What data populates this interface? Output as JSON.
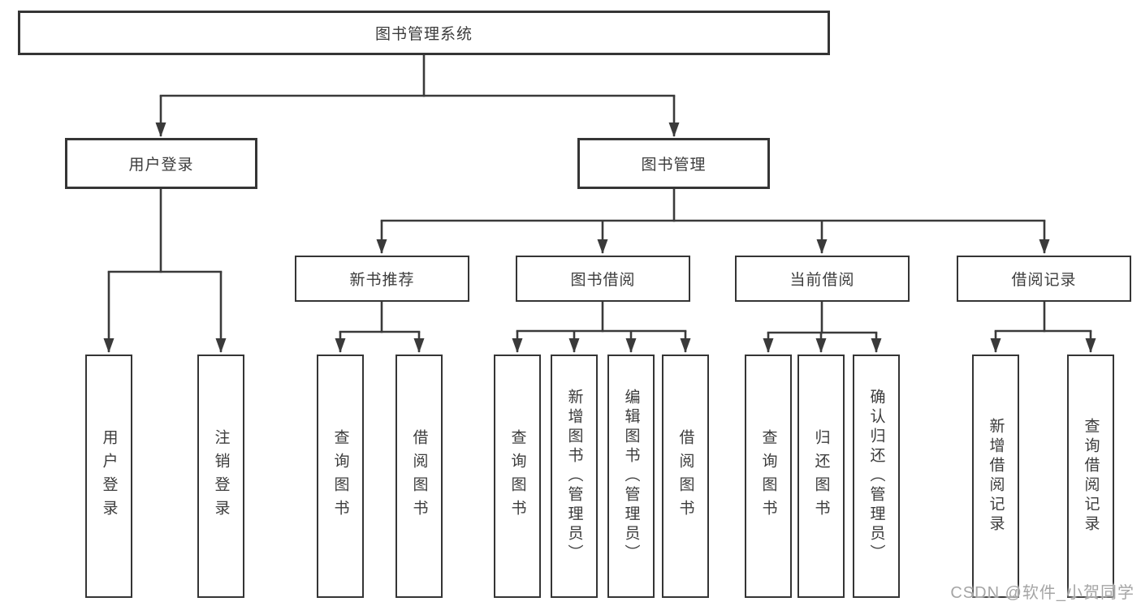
{
  "diagram": {
    "title": "图书管理系统",
    "tree": {
      "root": "图书管理系统",
      "branches": [
        {
          "label": "用户登录",
          "leaves": [
            "用户登录",
            "注销登录"
          ]
        },
        {
          "label": "图书管理",
          "groups": [
            {
              "label": "新书推荐",
              "leaves": [
                "查询图书",
                "借阅图书"
              ]
            },
            {
              "label": "图书借阅",
              "leaves": [
                "查询图书",
                "新增图书（管理员）",
                "编辑图书（管理员）",
                "借阅图书"
              ]
            },
            {
              "label": "当前借阅",
              "leaves": [
                "查询图书",
                "归还图书",
                "确认归还（管理员）"
              ]
            },
            {
              "label": "借阅记录",
              "leaves": [
                "新增借阅记录",
                "查询借阅记录"
              ]
            }
          ]
        }
      ]
    },
    "colors": {
      "line": "#3a3a3a",
      "border": "#353535",
      "text": "#3c3c3c",
      "background": "#ffffff",
      "watermark": "#a5a5a5"
    }
  },
  "watermark": "CSDN @软件_小贺同学"
}
